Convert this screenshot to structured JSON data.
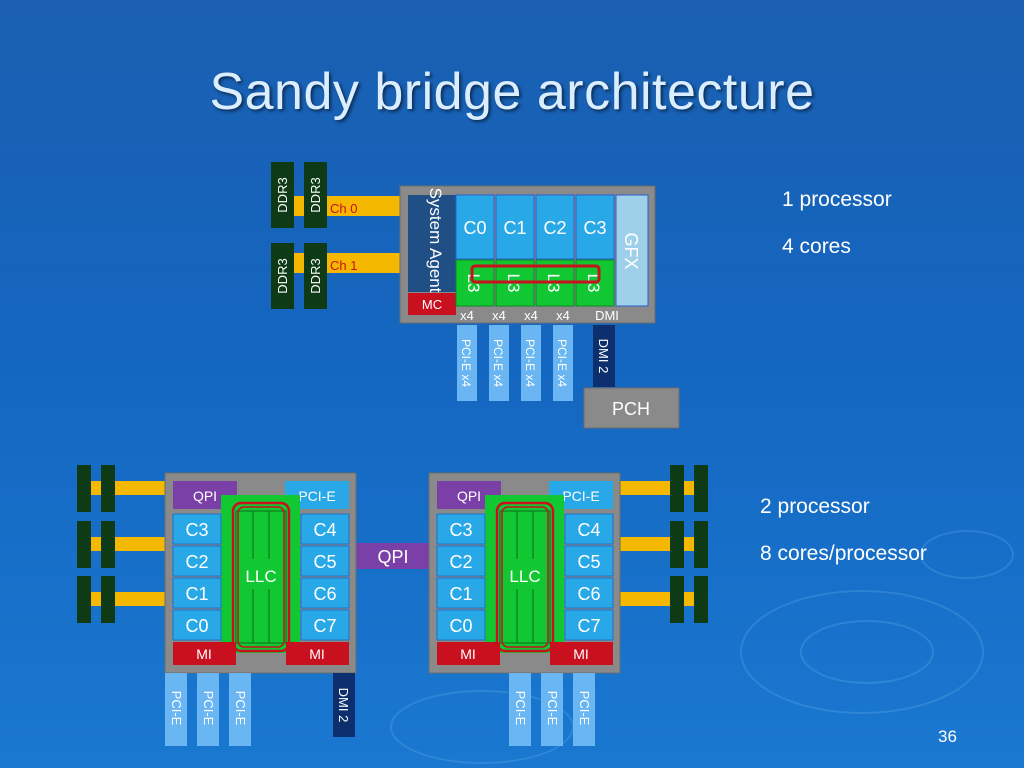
{
  "slide": {
    "title": "Sandy bridge architecture",
    "number": "36"
  },
  "notes": {
    "single": [
      "1 processor",
      "4 cores"
    ],
    "dual": [
      "2 processor",
      "8 cores/processor"
    ]
  },
  "single_socket": {
    "ddr_label": "DDR3",
    "channels": [
      "Ch 0",
      "Ch 1"
    ],
    "system_agent": "System Agent",
    "mc": "MC",
    "cores": [
      "C0",
      "C1",
      "C2",
      "C3"
    ],
    "l3": "L3",
    "gfx": "GFX",
    "ports": [
      "x4",
      "x4",
      "x4",
      "x4"
    ],
    "dmi_port": "DMI",
    "pcie_links": [
      "PCI-E x4",
      "PCI-E x4",
      "PCI-E x4",
      "PCI-E x4"
    ],
    "dmi_link": "DMI 2",
    "pch": "PCH"
  },
  "dual_socket": {
    "qpi_header": "QPI",
    "pcie_header": "PCI-E",
    "left_cores": [
      "C3",
      "C2",
      "C1",
      "C0"
    ],
    "right_cores": [
      "C4",
      "C5",
      "C6",
      "C7"
    ],
    "llc": "LLC",
    "mi": "MI",
    "qpi_link": "QPI",
    "pcie_link": "PCI-E",
    "dmi_link": "DMI 2"
  },
  "colors": {
    "background": "#1466c0",
    "chip_gray": "#8a8a8a",
    "core_blue": "#29a8e8",
    "cache_green": "#12c832",
    "mc_red": "#c8101e",
    "ddr_green": "#0e3a16",
    "bus_yellow": "#f5b800",
    "pcie_blue": "#6ab6f2",
    "qpi_purple": "#7b3fa8",
    "gfx_lightblue": "#9fd0ea"
  }
}
